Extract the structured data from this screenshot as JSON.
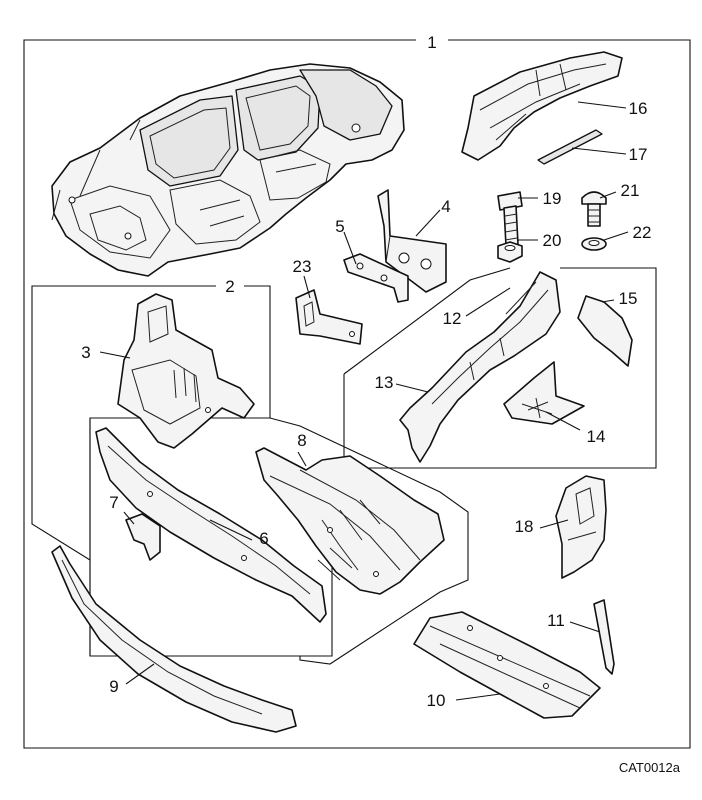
{
  "labels": {
    "l1": "1",
    "l2": "2",
    "l3": "3",
    "l4": "4",
    "l5": "5",
    "l6": "6",
    "l7": "7",
    "l8": "8",
    "l9": "9",
    "l10": "10",
    "l11": "11",
    "l12": "12",
    "l13": "13",
    "l14": "14",
    "l15": "15",
    "l16": "16",
    "l17": "17",
    "l18": "18",
    "l19": "19",
    "l20": "20",
    "l21": "21",
    "l22": "22",
    "l23": "23"
  },
  "catalog_code": "CAT0012a"
}
